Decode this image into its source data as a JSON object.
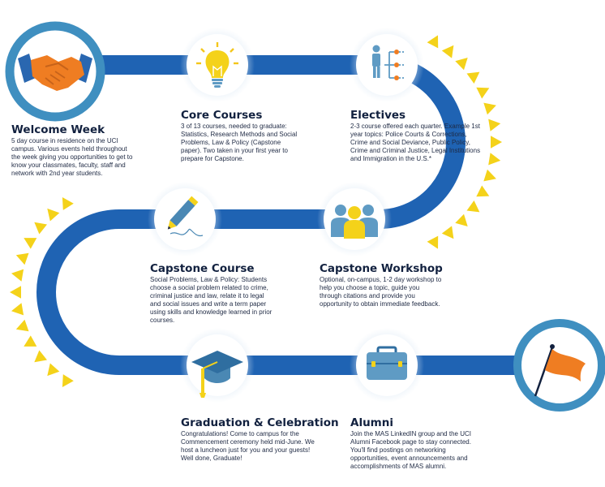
{
  "steps": {
    "welcome": {
      "title": "Welcome Week",
      "text": "5 day course in residence on the UCI campus. Various events held throughout the week giving you opportunities to get to know your classmates, faculty, staff and network with 2nd year students."
    },
    "core": {
      "title": "Core Courses",
      "text": "3 of 13 courses, needed to graduate: Statistics, Research Methods and Social Problems, Law & Policy (Capstone paper).  Two taken in your first year to prepare for Capstone."
    },
    "electives": {
      "title": "Electives",
      "text": "2-3 course offered each quarter. Example 1st year topics: Police Courts & Corrections, Crime and Social Deviance, Public Policy, Crime and Criminal Justice, Legal Institutions and Immigration in the U.S.*"
    },
    "capstone_course": {
      "title": "Capstone Course",
      "text": "Social Problems, Law & Policy: Students choose a social problem related to crime, criminal justice and law, relate it to legal and social issues and write a term paper using skills and knowledge learned in prior courses."
    },
    "capstone_workshop": {
      "title": "Capstone Workshop",
      "text": "Optional, on-campus, 1-2 day workshop to help you choose a topic, guide you through citations and provide you opportunity to obtain immediate feedback."
    },
    "graduation": {
      "title": "Graduation & Celebration",
      "text": "Congratulations!  Come to campus for the Commencement ceremony held mid-June. We host a luncheon just for you and your guests!  Well done, Graduate!"
    },
    "alumni": {
      "title": "Alumni",
      "text": "Join the MAS LinkedIN group and the UCI Alumni Facebook page to stay connected.   You'll find postings on networking opportunities, event announcements and accomplishments of MAS alumni."
    }
  },
  "icons": {
    "welcome": "handshake-icon",
    "core": "lightbulb-icon",
    "electives": "branching-person-icon",
    "capstone_course": "pencil-icon",
    "capstone_workshop": "group-icon",
    "graduation": "graduation-cap-icon",
    "alumni": "briefcase-icon",
    "finish": "flag-icon"
  },
  "colors": {
    "path_blue": "#1f63b3",
    "ring_blue": "#3f8fc0",
    "accent_orange": "#ef7d22",
    "accent_yellow": "#f4d21a",
    "icon_blue": "#4a88b4",
    "dark_navy": "#12213f"
  }
}
